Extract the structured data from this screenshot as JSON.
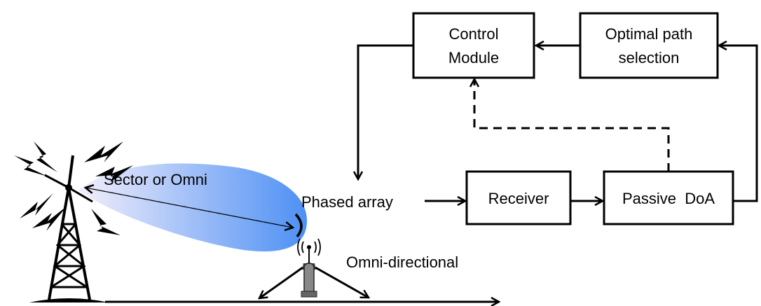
{
  "blocks": {
    "control_module": [
      "Control",
      "Module"
    ],
    "optimal_path": [
      "Optimal path",
      "selection"
    ],
    "receiver": "Receiver",
    "passive_doa": "Passive  DoA"
  },
  "labels": {
    "sector_or_omni": "Sector or Omni",
    "phased_array": "Phased array",
    "omni_directional": "Omni-directional"
  },
  "colors": {
    "beam_start": "#f3eefb",
    "beam_end": "#4d90f4",
    "stroke": "#000000"
  },
  "icons": [
    "cell-tower-icon",
    "lightning-bolt-icon",
    "wireless-router-icon",
    "phased-array-antenna-icon"
  ]
}
